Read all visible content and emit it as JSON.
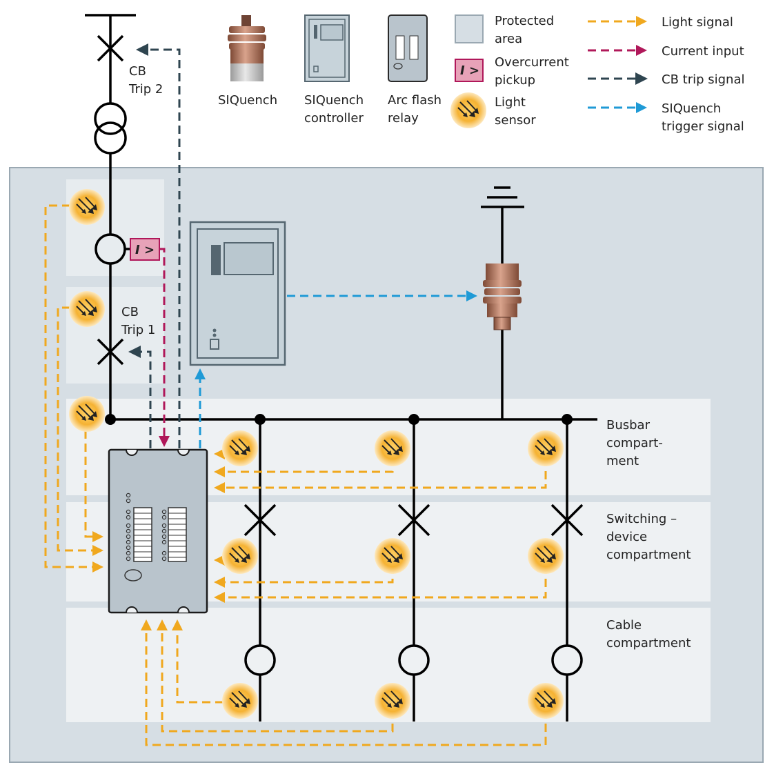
{
  "legend": {
    "siquench": "SIQuench",
    "controller": [
      "SIQuench",
      "controller"
    ],
    "relay": [
      "Arc flash",
      "relay"
    ],
    "protected_area": [
      "Protected",
      "area"
    ],
    "overcurrent_pickup": [
      "Overcurrent",
      "pickup"
    ],
    "light_sensor": [
      "Light",
      "sensor"
    ],
    "light_signal": "Light signal",
    "current_input": "Current input",
    "cb_trip_signal": "CB trip signal",
    "siquench_trigger_signal": [
      "SIQuench",
      "trigger signal"
    ],
    "overcurrent_symbol": "I >"
  },
  "labels": {
    "cb_trip2": [
      "CB",
      "Trip 2"
    ],
    "cb_trip1": [
      "CB",
      "Trip 1"
    ],
    "busbar_compartment": [
      "Busbar",
      "compart-",
      "ment"
    ],
    "switching_compartment": [
      "Switching –",
      "device",
      "compartment"
    ],
    "cable_compartment": [
      "Cable",
      "compartment"
    ]
  },
  "colors": {
    "light_signal": "#f0a81e",
    "current_input": "#b0185a",
    "cb_trip_signal": "#2f4550",
    "siquench_trigger": "#1f9ad6",
    "protected_area": "#d6dee4",
    "compartment": "#eef1f3"
  }
}
